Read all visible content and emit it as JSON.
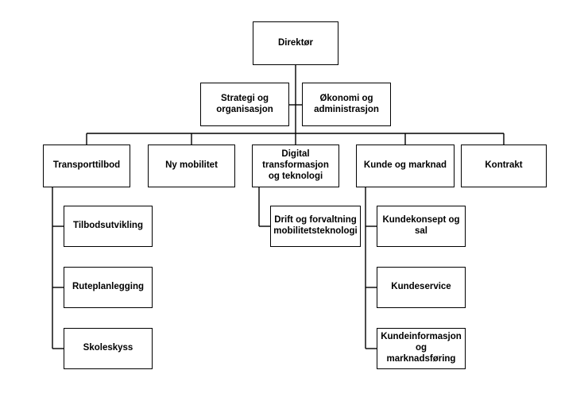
{
  "org_chart": {
    "director": "Direktør",
    "staff": [
      "Strategi og organisasjon",
      "Økonomi og administrasjon"
    ],
    "departments": [
      {
        "label": "Transporttilbod",
        "units": [
          "Tilbodsutvikling",
          "Ruteplanlegging",
          "Skoleskyss"
        ]
      },
      {
        "label": "Ny mobilitet",
        "units": []
      },
      {
        "label": "Digital transformasjon og teknologi",
        "units": [
          "Drift og forvaltning mobilitetsteknologi"
        ]
      },
      {
        "label": "Kunde og marknad",
        "units": [
          "Kundekonsept og sal",
          "Kundeservice",
          "Kundeinformasjon og marknadsføring"
        ]
      },
      {
        "label": "Kontrakt",
        "units": []
      }
    ]
  }
}
